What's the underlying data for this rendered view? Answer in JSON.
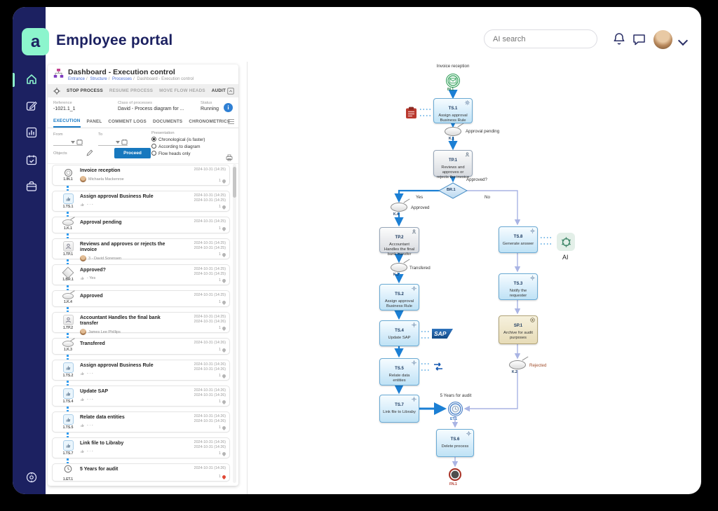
{
  "app": {
    "title": "Employee portal",
    "search_placeholder": "AI search"
  },
  "icons": {
    "logo": "a-mark",
    "search": "magnifier",
    "bell": "notifications",
    "chat": "messages",
    "sidebar": [
      "home",
      "compose",
      "analytics",
      "calendar",
      "briefcase",
      "settings"
    ]
  },
  "panel": {
    "header": {
      "title": "Dashboard - Execution control",
      "breadcrumb": [
        "Entrance",
        "Structure",
        "Processes",
        "Dashboard - Execution control"
      ],
      "sep": "/"
    },
    "toolbar": {
      "buttons": [
        "STOP PROCESS",
        "RESUME PROCESS",
        "MOVE FLOW HEADS",
        "AUDIT"
      ]
    },
    "info": {
      "reference_label": "Reference",
      "reference_value": "-1021.1_1",
      "class_label": "Class of processes",
      "class_value": "David - Process diagram for ...",
      "status_label": "Status",
      "status_value": "Running"
    },
    "tabs": [
      "EXECUTION",
      "PANEL",
      "COMMENT LOGS",
      "DOCUMENTS",
      "CHRONOMETRICS"
    ],
    "filters": {
      "from_label": "From",
      "to_label": "To",
      "presentation_label": "Presentation",
      "options": [
        "Chronological (is faster)",
        "According to diagram",
        "Flow heads only"
      ],
      "objects_label": "Objects",
      "proceed_label": "Proceed"
    },
    "list": {
      "items": [
        {
          "ref": "1.IN.1",
          "title": "Invoice reception",
          "ts1": "2024-10-31 (14:25)",
          "person": "Michaela Mackenroe",
          "pin": "1"
        },
        {
          "ref": "1.TS.1",
          "title": "Assign approval Business Rule",
          "ts1": "2024-10-31 (14:25)",
          "ts2": "2024-10-31 (14:25)",
          "note": "- · -",
          "pin": "1"
        },
        {
          "ref": "1.K.1",
          "title": "Approval pending",
          "ts1": "2024-10-31 (14:25)",
          "pin": "1"
        },
        {
          "ref": "1.TP.1",
          "title": "Reviews and approves or rejects the invoice",
          "ts1": "2024-10-31 (14:25)",
          "ts2": "2024-10-31 (14:25)",
          "person": "3 - David Sorensen",
          "pin": "1"
        },
        {
          "ref": "1.BR.1",
          "title": "Approved?",
          "ts1": "2024-10-31 (14:25)",
          "ts2": "2024-10-31 (14:25)",
          "note": "- Yes",
          "pin": "1"
        },
        {
          "ref": "1.K.4",
          "title": "Approved",
          "ts1": "2024-10-31 (14:25)",
          "pin": "1"
        },
        {
          "ref": "1.TP.2",
          "title": "Accountant Handles the final bank transfer",
          "ts1": "2024-10-31 (14:25)",
          "ts2": "2024-10-31 (14:26)",
          "person": "James Lee Phillips",
          "pin": "1"
        },
        {
          "ref": "1.K.3",
          "title": "Transfered",
          "ts1": "2024-10-31 (14:26)",
          "pin": "1"
        },
        {
          "ref": "1.TS.2",
          "title": "Assign approval Business Rule",
          "ts1": "2024-10-31 (14:26)",
          "ts2": "2024-10-31 (14:26)",
          "note": "- · -",
          "pin": "1"
        },
        {
          "ref": "1.TS.4",
          "title": "Update SAP",
          "ts1": "2024-10-31 (14:26)",
          "ts2": "2024-10-31 (14:26)",
          "note": "- · -",
          "pin": "1"
        },
        {
          "ref": "1.TS.5",
          "title": "Relate data entities",
          "ts1": "2024-10-31 (14:26)",
          "ts2": "2024-10-31 (14:26)",
          "note": "- · -",
          "pin": "1"
        },
        {
          "ref": "1.TS.7",
          "title": "Link file to Libraby",
          "ts1": "2024-10-31 (14:26)",
          "ts2": "2024-10-31 (14:26)",
          "note": "- · -",
          "pin": "1"
        },
        {
          "ref": "1.ET.1",
          "title": "5 Years for audit",
          "ts1": "2024-10-31 (14:26)",
          "pin": "1"
        }
      ]
    }
  },
  "diagram": {
    "in1": {
      "ref": "IN.1",
      "label": "Invoice reception"
    },
    "ts1": {
      "ref": "TS.1",
      "text": "Assign approval Business Rule"
    },
    "k1": {
      "ref": "K.1",
      "label": "Approval pending"
    },
    "tp1": {
      "ref": "TP.1",
      "text": "Reviews and approves or rejects the invoice"
    },
    "br1": {
      "ref": "BR.1",
      "label": "Approved?",
      "yes": "Yes",
      "no": "No"
    },
    "k4": {
      "ref": "K.4",
      "label": "Approved"
    },
    "tp2": {
      "ref": "TP.2",
      "text": "Accountant Handles the final bank transfer"
    },
    "k3": {
      "ref": "K.3",
      "label": "Transfered"
    },
    "ts2": {
      "ref": "TS.2",
      "text": "Assign approval Business Rule"
    },
    "ts4": {
      "ref": "TS.4",
      "text": "Update SAP"
    },
    "ts5": {
      "ref": "TS.5",
      "text": "Relate data entities"
    },
    "ts7": {
      "ref": "TS.7",
      "text": "Link file to Libraby"
    },
    "et1": {
      "ref": "ET.1",
      "label": "5 Years for audit"
    },
    "ts6": {
      "ref": "TS.6",
      "text": "Delete process"
    },
    "fn1": {
      "ref": "FN.1"
    },
    "ts8": {
      "ref": "TS.8",
      "text": "Generate answer"
    },
    "ts3": {
      "ref": "TS.3",
      "text": "Notify the requester"
    },
    "sp1": {
      "ref": "SP.1",
      "text": "Archive for audit purposes"
    },
    "k2": {
      "ref": "K.2",
      "label": "Rejected"
    },
    "sap_label": "SAP",
    "ai_label": "AI"
  },
  "colors": {
    "navy": "#1c2161",
    "mint": "#8cf5cd",
    "accent_blue": "#1779c4",
    "flow_blue": "#1b7fd4",
    "flow_light": "#a9b4e4",
    "status_red": "#e04836"
  }
}
